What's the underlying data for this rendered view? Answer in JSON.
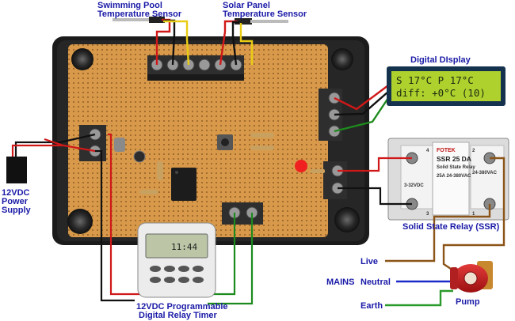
{
  "labels": {
    "pool_sensor_line1": "Swimming Pool",
    "pool_sensor_line2": "Temperature Sensor",
    "solar_sensor_line1": "Solar Panel",
    "solar_sensor_line2": "Temperature Sensor",
    "digital_display": "Digital DIsplay",
    "power_line1": "12VDC",
    "power_line2": "Power",
    "power_line3": "Supply",
    "ssr": "Solid State Relay (SSR)",
    "live": "Live",
    "mains": "MAINS",
    "neutral": "Neutral",
    "earth": "Earth",
    "pump": "Pump",
    "timer_line1": "12VDC Programmable",
    "timer_line2": "Digital Relay Timer"
  },
  "lcd": {
    "line1": "S 17°C  P 17°C",
    "line2": "diff: +0°C (10)"
  },
  "timer": {
    "display": "11:44"
  },
  "ssr_markings": {
    "brand": "FOTEK",
    "model": "SSR 25 DA",
    "subtitle": "Solid State Relay",
    "input": "3-32VDC",
    "output": "24-380VAC",
    "rating": "25A 24-380VAC",
    "terminal_1": "1",
    "terminal_2": "2",
    "terminal_3": "3",
    "terminal_4": "4"
  },
  "colors": {
    "wire_red": "#d01818",
    "wire_black": "#111111",
    "wire_yellow": "#e8cc14",
    "wire_green": "#1e8a1e",
    "wire_brown": "#8b5418",
    "wire_blue": "#1c2cc8",
    "wire_green_earth": "#2a9a2a",
    "label_blue": "#1a1aa8",
    "board": "#d89a4a",
    "lcd_bg": "#aed12e"
  }
}
